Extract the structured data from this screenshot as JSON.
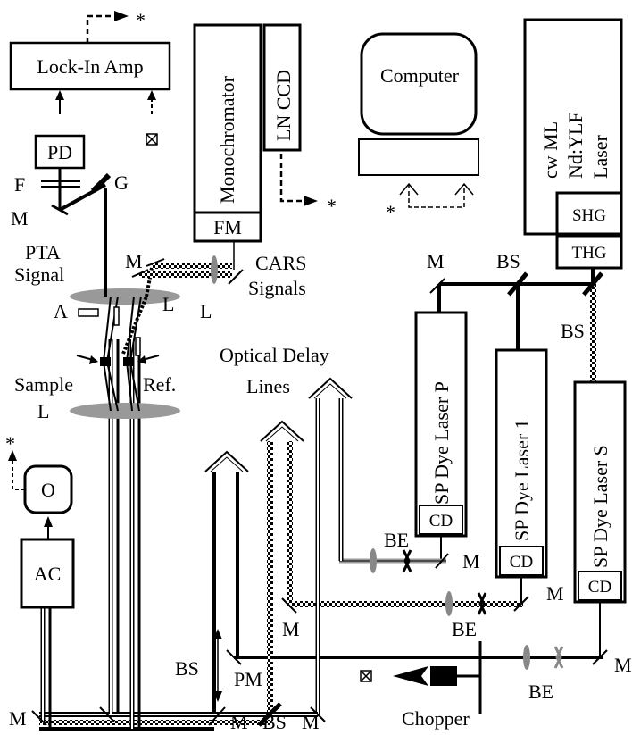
{
  "components": {
    "lockin": "Lock-In Amp",
    "monochromator": "Monochromator",
    "ln_ccd": "LN CCD",
    "fm": "FM",
    "computer": "Computer",
    "laser": [
      "cw ML",
      "Nd:YLF",
      "Laser"
    ],
    "shg": "SHG",
    "thg": "THG",
    "pd": "PD",
    "oscilloscope": "O",
    "ac": "AC",
    "dye_p": "SP Dye Laser P",
    "dye_1": "SP Dye Laser 1",
    "dye_s": "SP Dye Laser S",
    "cd": "CD"
  },
  "labels": {
    "star": "*",
    "F": "F",
    "G": "G",
    "M": "M",
    "PTA": "PTA",
    "Signal": "Signal",
    "A": "A",
    "L": "L",
    "CARS": "CARS",
    "Signals": "Signals",
    "Sample": "Sample",
    "Ref": "Ref.",
    "Optical_Delay": "Optical Delay",
    "Lines": "Lines",
    "BS": "BS",
    "BE": "BE",
    "PM": "PM",
    "Chopper": "Chopper"
  }
}
